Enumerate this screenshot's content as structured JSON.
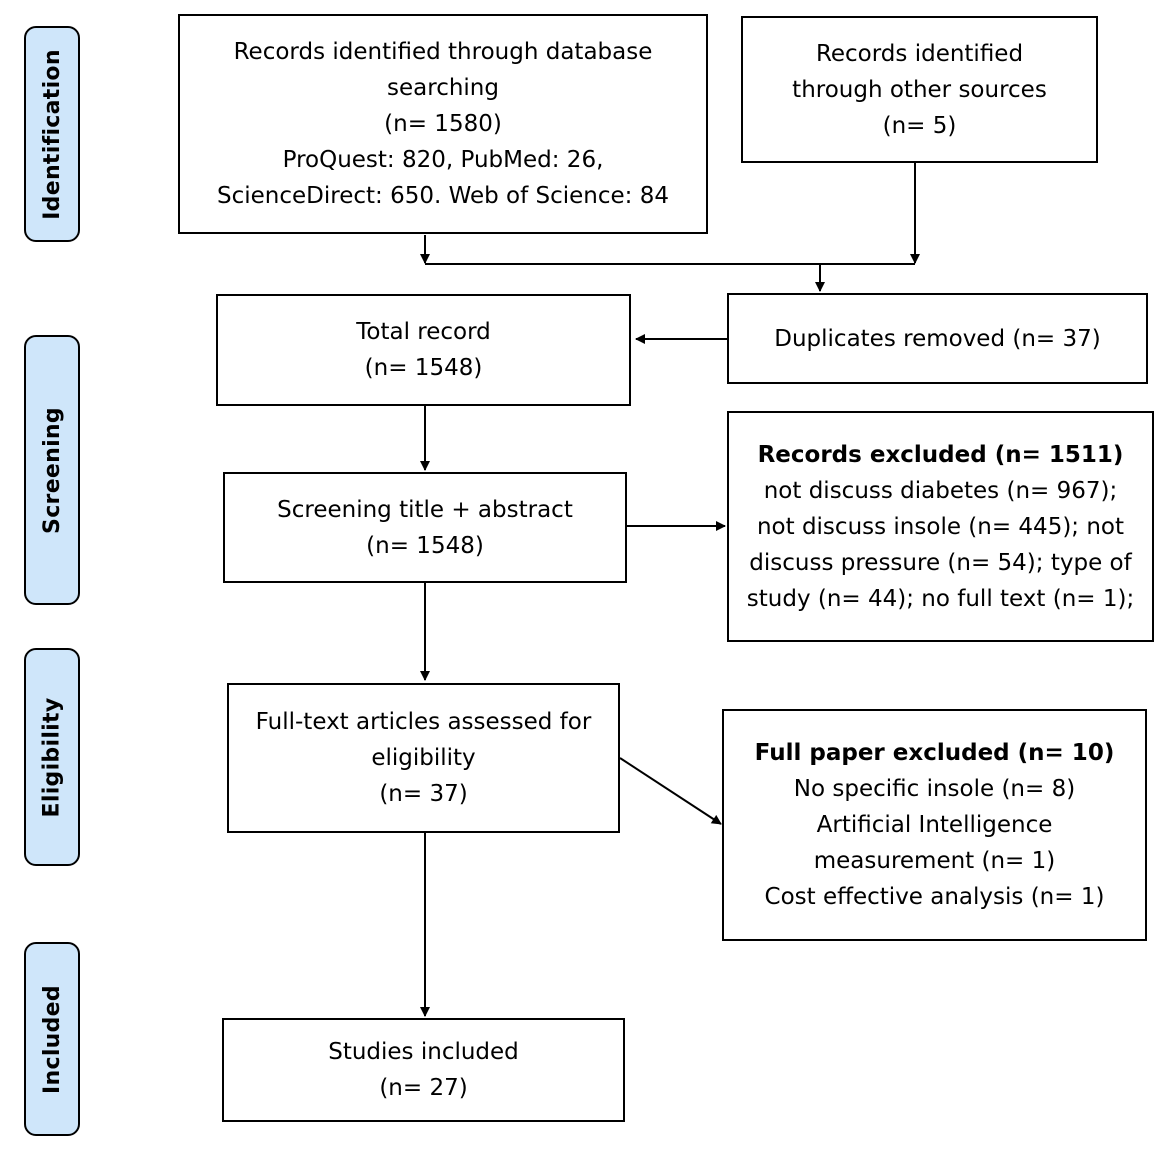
{
  "stages": {
    "identification": "Identification",
    "screening": "Screening",
    "eligibility": "Eligibility",
    "included": "Included"
  },
  "boxes": {
    "database_search": {
      "lines": [
        "Records identified through database",
        "searching",
        "(n= 1580)",
        "ProQuest: 820, PubMed: 26,",
        "ScienceDirect: 650. Web of Science: 84"
      ]
    },
    "other_sources": {
      "lines": [
        "Records identified",
        "through other sources",
        "(n= 5)"
      ]
    },
    "total_record": {
      "lines": [
        "Total record",
        "(n= 1548)"
      ]
    },
    "duplicates_removed": {
      "lines": [
        "Duplicates removed (n= 37)"
      ]
    },
    "screening": {
      "lines": [
        "Screening title + abstract",
        "(n= 1548)"
      ]
    },
    "records_excluded": {
      "heading": "Records excluded (n= 1511)",
      "lines": [
        "not discuss diabetes (n= 967);",
        "not discuss insole (n= 445); not",
        "discuss pressure (n= 54); type of",
        "study (n= 44); no full text (n= 1);"
      ]
    },
    "full_text": {
      "lines": [
        "Full-text articles assessed for",
        "eligibility",
        "(n= 37)"
      ]
    },
    "full_paper_excluded": {
      "heading": "Full paper excluded (n= 10)",
      "lines": [
        "No specific insole (n= 8)",
        "Artificial Intelligence",
        "measurement (n= 1)",
        "Cost effective analysis (n= 1)"
      ]
    },
    "studies_included": {
      "lines": [
        "Studies included",
        "(n= 27)"
      ]
    }
  },
  "colors": {
    "stage_fill": "#cfe6fa",
    "stroke": "#000000",
    "box_fill": "#ffffff"
  }
}
